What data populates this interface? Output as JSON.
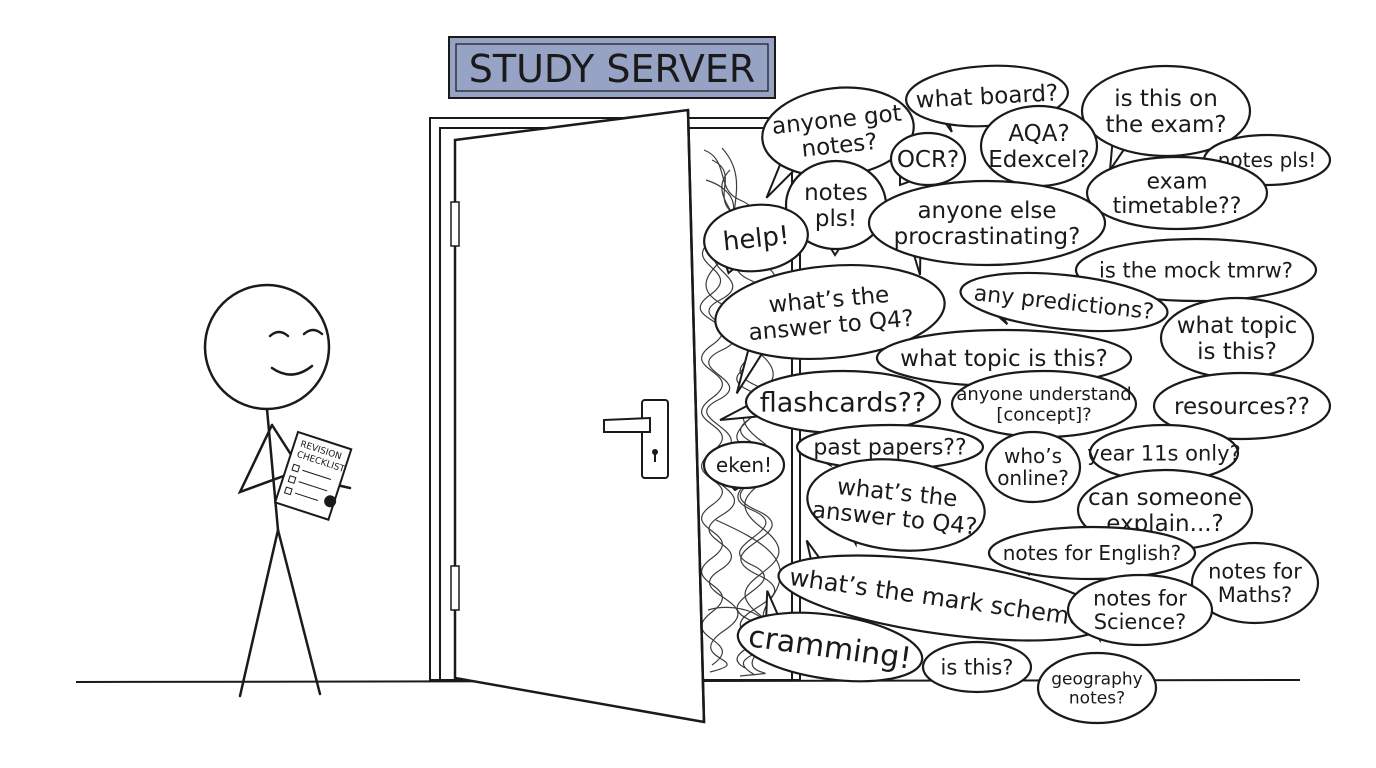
{
  "sign": {
    "text": "STUDY SERVER",
    "color": "#97a3c5"
  },
  "checklist": {
    "line1": "REVISION",
    "line2": "CHECKLIST"
  },
  "bubbles": [
    {
      "id": "anyone-got-notes",
      "lines": [
        "anyone got",
        "notes?"
      ]
    },
    {
      "id": "what-board",
      "lines": [
        "what board?"
      ]
    },
    {
      "id": "is-this-on-the-exam",
      "lines": [
        "is this on",
        "the exam?"
      ]
    },
    {
      "id": "aqa-edexcel",
      "lines": [
        "AQA?",
        "Edexcel?"
      ]
    },
    {
      "id": "ocr",
      "lines": [
        "OCR?"
      ]
    },
    {
      "id": "notes-pls-right",
      "lines": [
        "notes pls!"
      ]
    },
    {
      "id": "notes-pls-left",
      "lines": [
        "notes",
        "pls!"
      ]
    },
    {
      "id": "exam-timetable",
      "lines": [
        "exam",
        "timetable??"
      ]
    },
    {
      "id": "help",
      "lines": [
        "help!"
      ]
    },
    {
      "id": "anyone-else-procrastinating",
      "lines": [
        "anyone else",
        "procrastinating?"
      ]
    },
    {
      "id": "is-the-mock-tmrw",
      "lines": [
        "is the mock tmrw?"
      ]
    },
    {
      "id": "whats-the-answer-q4-top",
      "lines": [
        "what’s the",
        "answer to Q4?"
      ]
    },
    {
      "id": "any-predictions",
      "lines": [
        "any predictions?"
      ]
    },
    {
      "id": "what-topic-is-this-right",
      "lines": [
        "what topic",
        "is this?"
      ]
    },
    {
      "id": "what-topic-is-this-middle",
      "lines": [
        "what topic is this?"
      ]
    },
    {
      "id": "flashcards",
      "lines": [
        "flashcards??"
      ]
    },
    {
      "id": "anyone-understand-concept",
      "lines": [
        "anyone understand",
        "[concept]?"
      ]
    },
    {
      "id": "resources",
      "lines": [
        "resources??"
      ]
    },
    {
      "id": "past-papers",
      "lines": [
        "past papers??"
      ]
    },
    {
      "id": "whos-online",
      "lines": [
        "who’s",
        "online?"
      ]
    },
    {
      "id": "year-11s-only",
      "lines": [
        "year 11s only?"
      ]
    },
    {
      "id": "eken",
      "lines": [
        "eken!"
      ]
    },
    {
      "id": "whats-the-answer-q4-bottom",
      "lines": [
        "what’s the",
        "answer to Q4?"
      ]
    },
    {
      "id": "can-someone-explain",
      "lines": [
        "can someone",
        "explain...?"
      ]
    },
    {
      "id": "notes-for-english",
      "lines": [
        "notes for English?"
      ]
    },
    {
      "id": "notes-for-maths",
      "lines": [
        "notes for",
        "Maths?"
      ]
    },
    {
      "id": "whats-the-mark-scheme",
      "lines": [
        "what’s the mark scheme?"
      ]
    },
    {
      "id": "notes-for-science",
      "lines": [
        "notes for",
        "Science?"
      ]
    },
    {
      "id": "cramming",
      "lines": [
        "cramming!"
      ]
    },
    {
      "id": "is-this",
      "lines": [
        "is this?"
      ]
    },
    {
      "id": "geography-notes",
      "lines": [
        "geography",
        "notes?"
      ]
    }
  ]
}
